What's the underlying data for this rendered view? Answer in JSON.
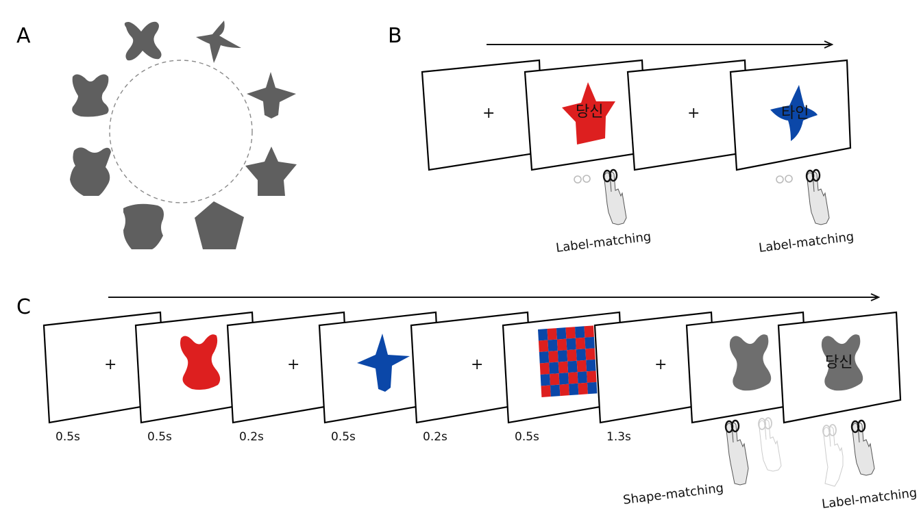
{
  "figure": {
    "panels": {
      "A": {
        "letter": "A",
        "shape_color": "#5f5f5f",
        "circle_style": "dashed",
        "shapes": [
          "x-blob",
          "four-point-star-curved",
          "four-point-star",
          "five-point-star",
          "pentagon",
          "rounded-block",
          "notched-block",
          "y-blob"
        ]
      },
      "B": {
        "letter": "B",
        "screens": [
          {
            "content": "fixation",
            "text": "+"
          },
          {
            "content": "red-star",
            "text": "당신",
            "color": "#dd1f1f"
          },
          {
            "content": "fixation",
            "text": "+"
          },
          {
            "content": "blue-four-point-star",
            "text": "타인",
            "color": "#0b47a8"
          }
        ],
        "responses": [
          {
            "label": "Label-matching"
          },
          {
            "label": "Label-matching"
          }
        ]
      },
      "C": {
        "letter": "C",
        "screens": [
          {
            "content": "fixation",
            "text": "+",
            "duration": "0.5s"
          },
          {
            "content": "red-blob",
            "color": "#dd1f1f",
            "duration": "0.5s"
          },
          {
            "content": "fixation",
            "text": "+",
            "duration": "0.2s"
          },
          {
            "content": "blue-four-point-star",
            "color": "#0b47a8",
            "duration": "0.5s"
          },
          {
            "content": "fixation",
            "text": "+",
            "duration": "0.2s"
          },
          {
            "content": "checkerboard-mask",
            "colors": [
              "#dd1f1f",
              "#0b47a8"
            ],
            "duration": "0.5s"
          },
          {
            "content": "fixation",
            "text": "+",
            "duration": "1.3s"
          },
          {
            "content": "gray-blob",
            "color": "#6e6e6e"
          },
          {
            "content": "gray-blob-with-label",
            "text": "당신",
            "color": "#6e6e6e"
          }
        ],
        "responses": [
          {
            "label": "Shape-matching"
          },
          {
            "label": "Label-matching"
          }
        ]
      }
    }
  }
}
